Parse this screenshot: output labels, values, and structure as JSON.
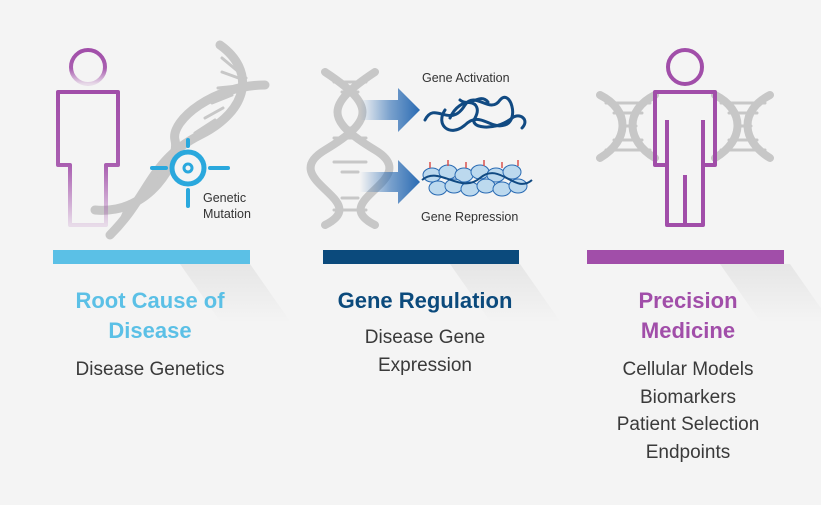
{
  "colors": {
    "root": "#5bc0e6",
    "regulation": "#0b4a7c",
    "precision": "#a14ea9",
    "dna_gray": "#c7c7c7",
    "arrow": "#2a6bb3"
  },
  "columns": [
    {
      "title_line1": "Root Cause of",
      "title_line2": "Disease",
      "items": [
        "Disease Genetics"
      ],
      "icon_label_line1": "Genetic",
      "icon_label_line2": "Mutation"
    },
    {
      "title_line1": "Gene Regulation",
      "items": [
        "Disease Gene",
        "Expression"
      ],
      "label_top": "Gene Activation",
      "label_bottom": "Gene Repression"
    },
    {
      "title_line1": "Precision",
      "title_line2": "Medicine",
      "items": [
        "Cellular Models",
        "Biomarkers",
        "Patient Selection",
        "Endpoints"
      ]
    }
  ]
}
